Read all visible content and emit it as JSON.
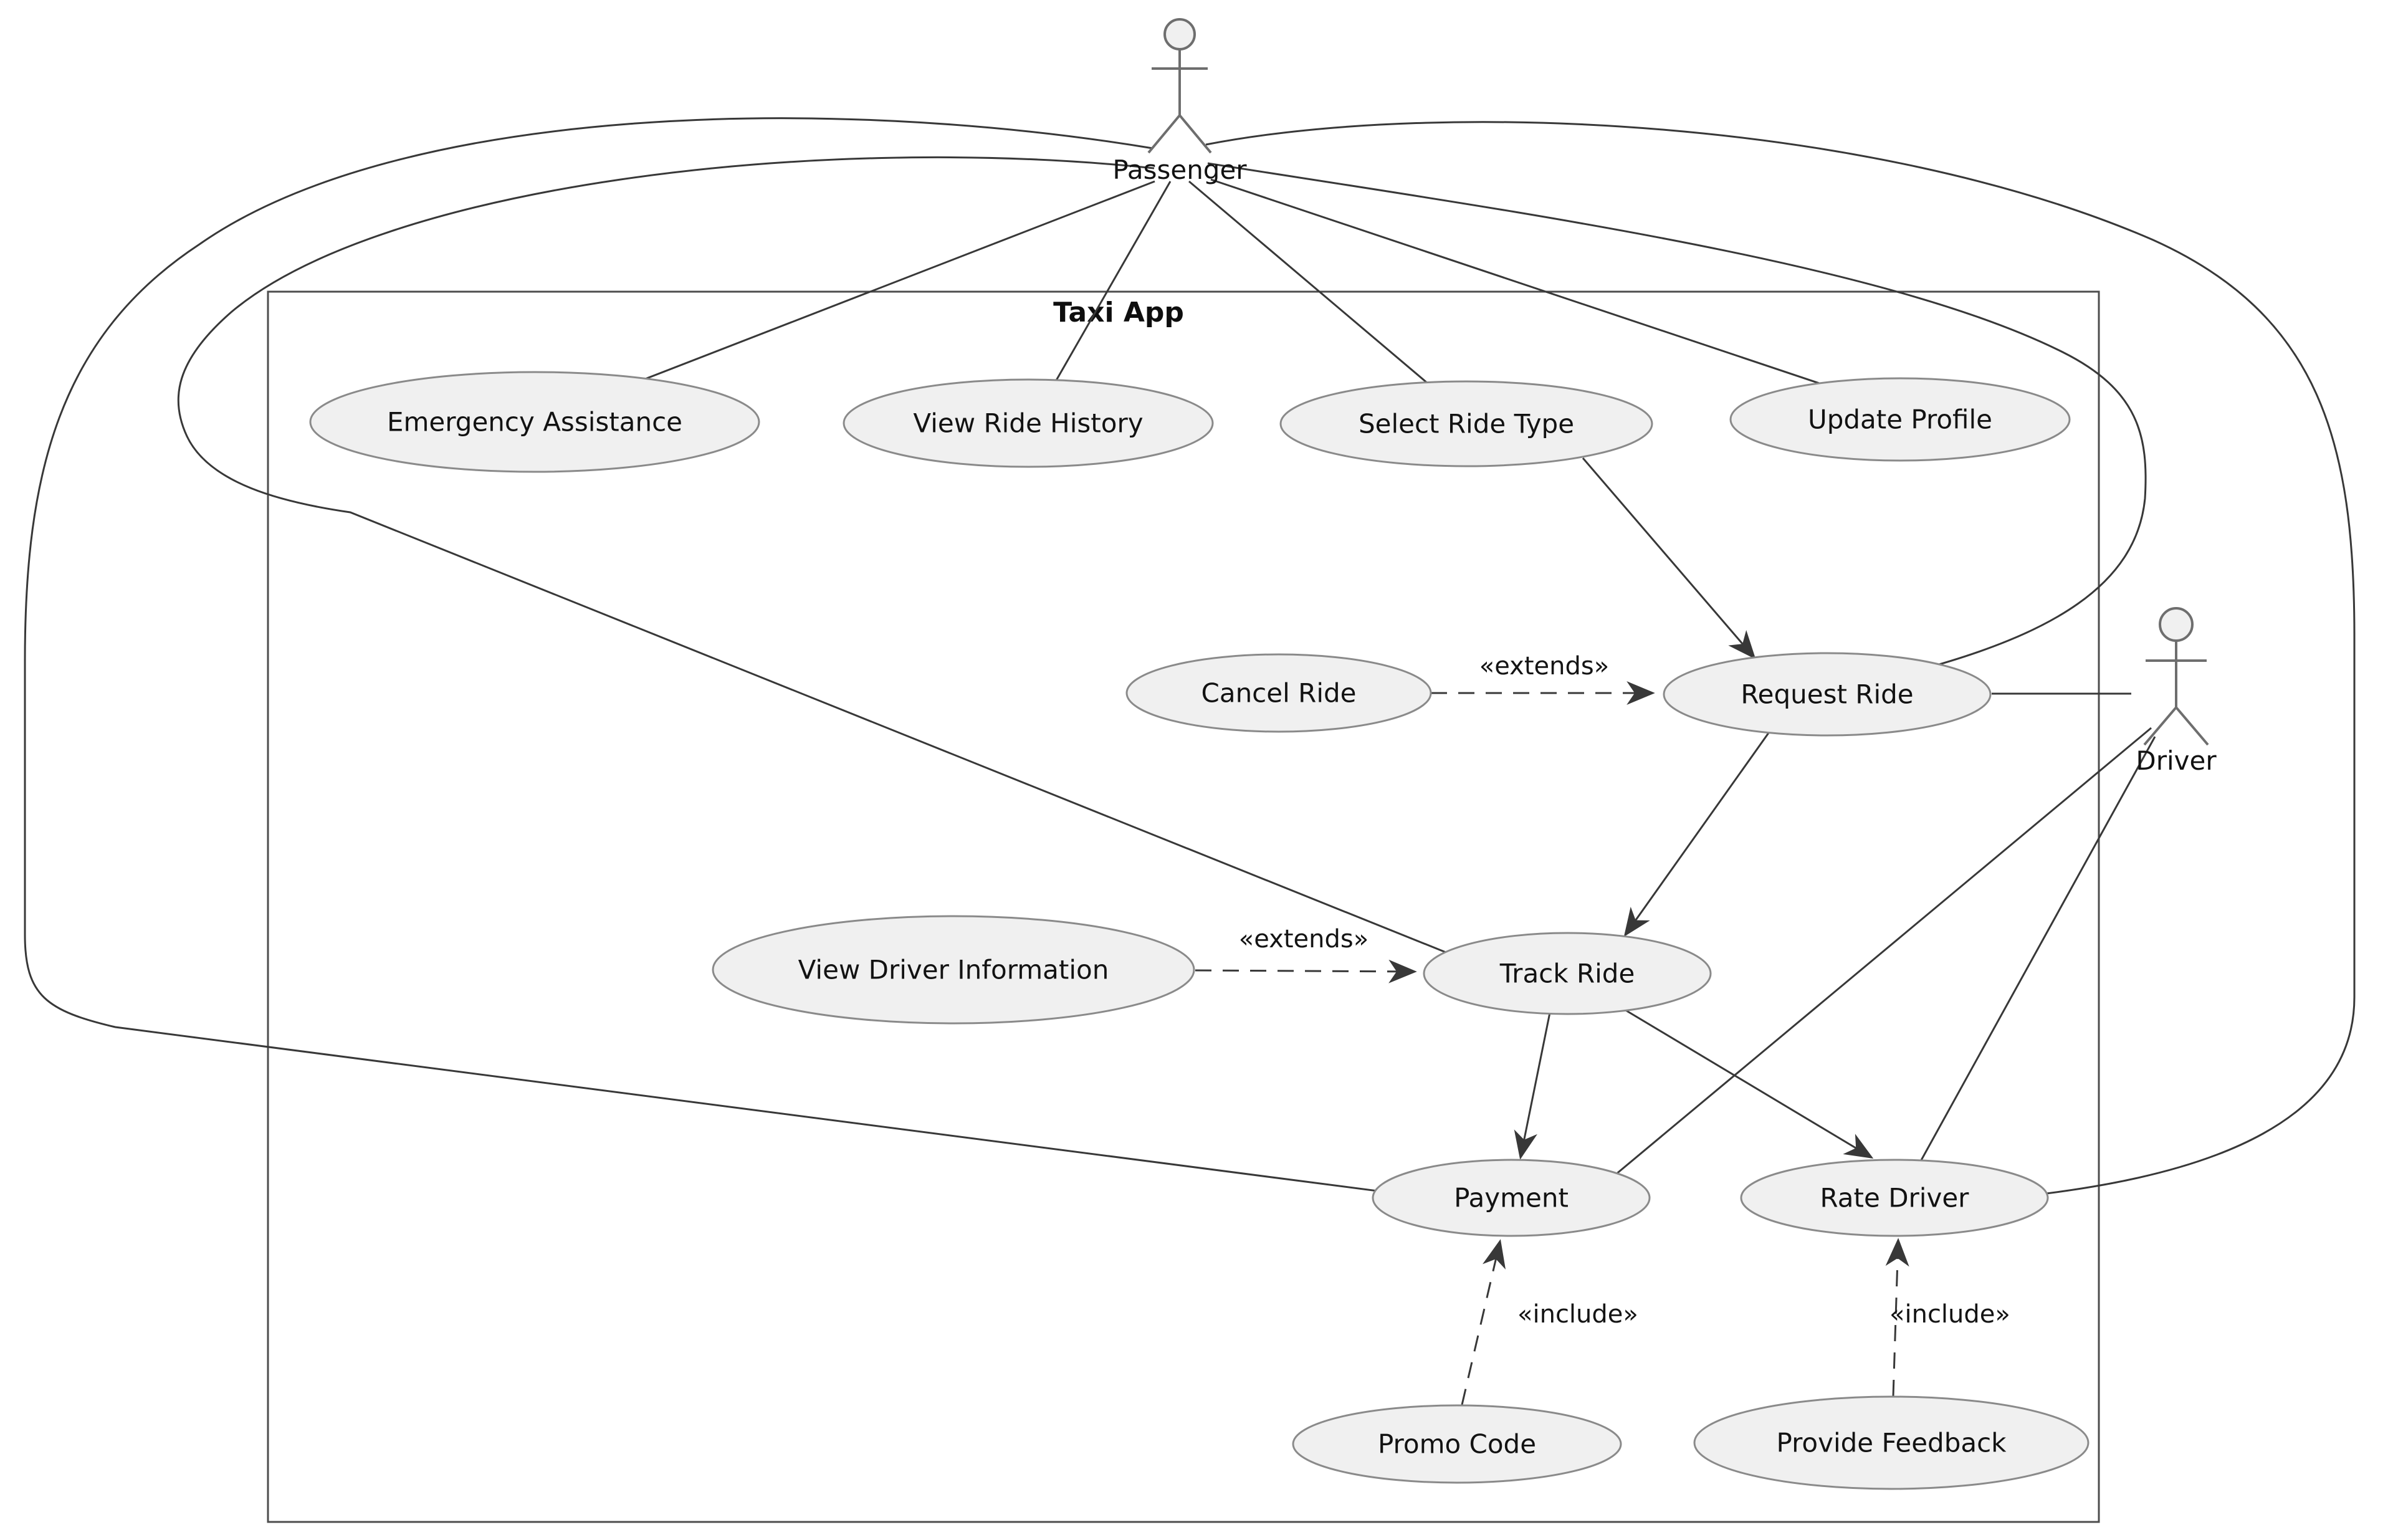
{
  "diagram": {
    "title": "Taxi App",
    "type": "uml-use-case-diagram",
    "colors": {
      "background": "#ffffff",
      "node_fill": "#f0f0f0",
      "node_border": "#8a8a8a",
      "edge": "#383838",
      "boundary_border": "#4d4d4d",
      "text": "#121212"
    }
  },
  "actors": [
    {
      "id": "passenger",
      "label": "Passenger"
    },
    {
      "id": "driver",
      "label": "Driver"
    }
  ],
  "use_cases": [
    {
      "id": "emergency-assistance",
      "label": "Emergency Assistance"
    },
    {
      "id": "view-ride-history",
      "label": "View Ride History"
    },
    {
      "id": "select-ride-type",
      "label": "Select Ride Type"
    },
    {
      "id": "update-profile",
      "label": "Update Profile"
    },
    {
      "id": "cancel-ride",
      "label": "Cancel Ride"
    },
    {
      "id": "request-ride",
      "label": "Request Ride"
    },
    {
      "id": "view-driver-information",
      "label": "View Driver Information"
    },
    {
      "id": "track-ride",
      "label": "Track Ride"
    },
    {
      "id": "payment",
      "label": "Payment"
    },
    {
      "id": "rate-driver",
      "label": "Rate Driver"
    },
    {
      "id": "promo-code",
      "label": "Promo Code"
    },
    {
      "id": "provide-feedback",
      "label": "Provide Feedback"
    }
  ],
  "relationships": [
    {
      "from": "passenger",
      "to": "emergency-assistance",
      "type": "association"
    },
    {
      "from": "passenger",
      "to": "view-ride-history",
      "type": "association"
    },
    {
      "from": "passenger",
      "to": "select-ride-type",
      "type": "association"
    },
    {
      "from": "passenger",
      "to": "update-profile",
      "type": "association"
    },
    {
      "from": "passenger",
      "to": "request-ride",
      "type": "association"
    },
    {
      "from": "passenger",
      "to": "track-ride",
      "type": "association"
    },
    {
      "from": "passenger",
      "to": "payment",
      "type": "association"
    },
    {
      "from": "passenger",
      "to": "rate-driver",
      "type": "association"
    },
    {
      "from": "driver",
      "to": "request-ride",
      "type": "association"
    },
    {
      "from": "driver",
      "to": "payment",
      "type": "association"
    },
    {
      "from": "driver",
      "to": "rate-driver",
      "type": "association"
    },
    {
      "from": "select-ride-type",
      "to": "request-ride",
      "type": "arrow"
    },
    {
      "from": "request-ride",
      "to": "track-ride",
      "type": "arrow"
    },
    {
      "from": "track-ride",
      "to": "payment",
      "type": "arrow"
    },
    {
      "from": "track-ride",
      "to": "rate-driver",
      "type": "arrow"
    },
    {
      "from": "cancel-ride",
      "to": "request-ride",
      "type": "extends"
    },
    {
      "from": "view-driver-information",
      "to": "track-ride",
      "type": "extends"
    },
    {
      "from": "promo-code",
      "to": "payment",
      "type": "include"
    },
    {
      "from": "provide-feedback",
      "to": "rate-driver",
      "type": "include"
    }
  ],
  "edge_labels": {
    "extends_cancel_ride": "«extends»",
    "extends_view_driver_info": "«extends»",
    "include_promo_code": "«include»",
    "include_provide_feedback": "«include»"
  }
}
